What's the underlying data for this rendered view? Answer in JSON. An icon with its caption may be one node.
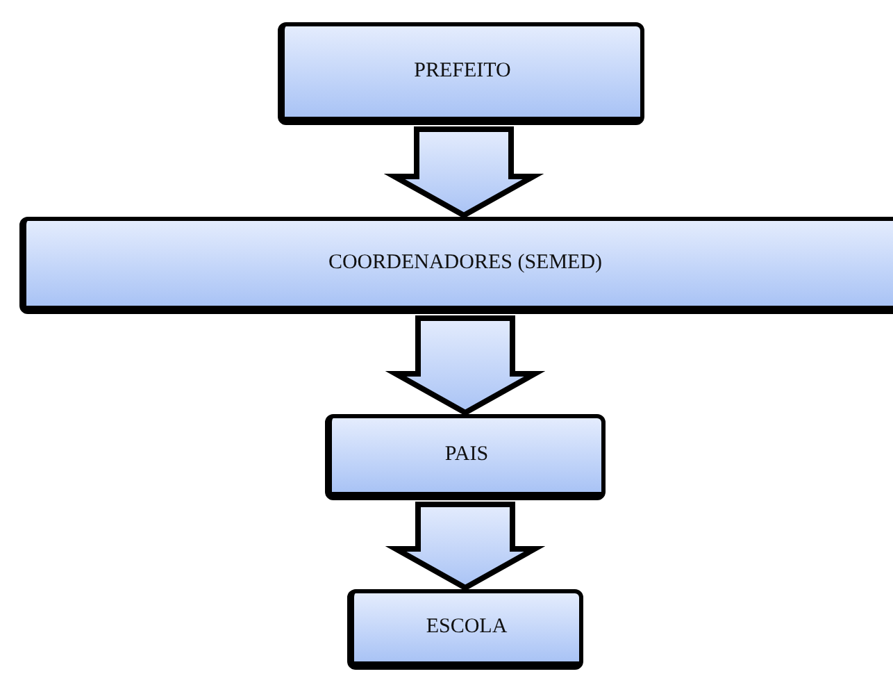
{
  "diagram": {
    "nodes": [
      {
        "text": [
          "PREFEITO"
        ]
      },
      {
        "text": [
          "COORDENADORES (SEMED)"
        ]
      },
      {
        "text": [
          "PAIS"
        ]
      },
      {
        "text": [
          "ESCOLA"
        ]
      }
    ],
    "edges": [
      {
        "from": 0,
        "to": 1,
        "arrow": "to"
      },
      {
        "from": 1,
        "to": 2,
        "arrow": "to"
      },
      {
        "from": 2,
        "to": 3,
        "arrow": "to"
      }
    ]
  }
}
